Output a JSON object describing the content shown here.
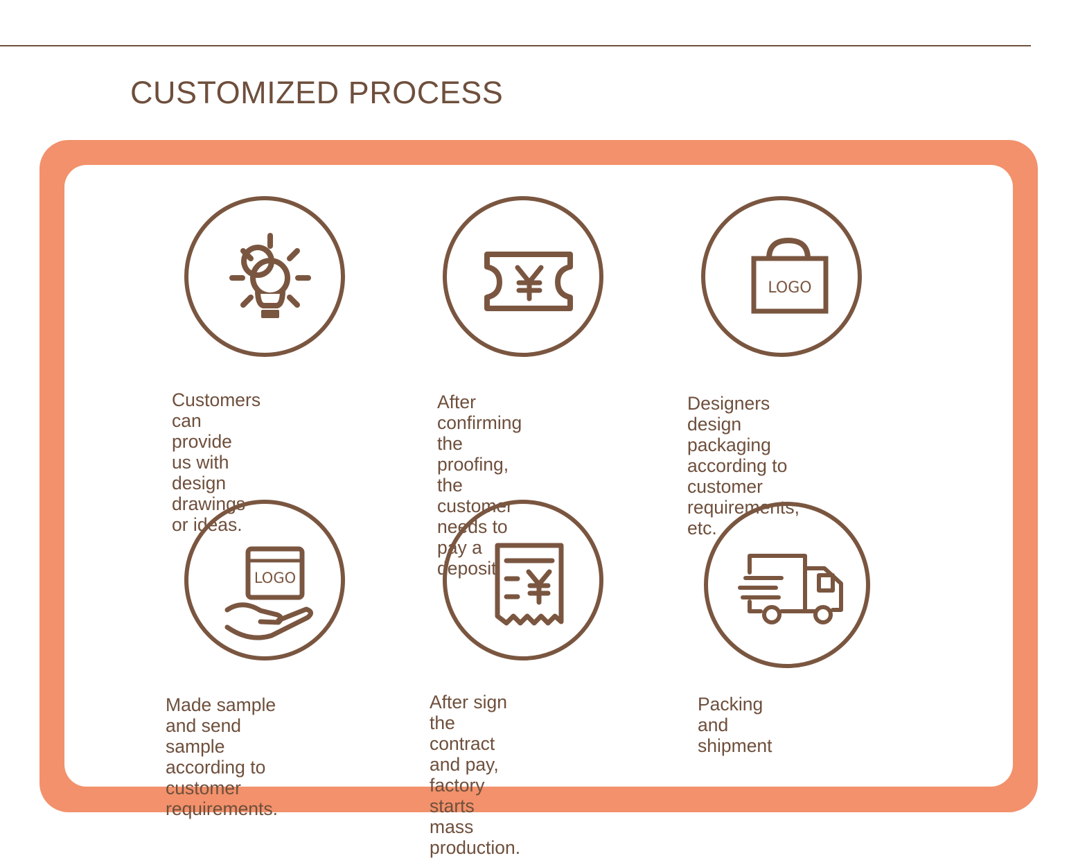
{
  "page": {
    "title": "CUSTOMIZED PROCESS",
    "colors": {
      "accent": "#f2916b",
      "icon": "#7a5640",
      "text": "#6e4f3c",
      "panel": "#ffffff"
    }
  },
  "steps": [
    {
      "icon": "lightbulb-icon",
      "text": "Customers can provide\nus with design drawings\nor ideas."
    },
    {
      "icon": "yuan-ticket-icon",
      "text": "After confirming the\nproofing, the customer\nneeds to pay a deposit."
    },
    {
      "icon": "logo-bag-icon",
      "logo_text": "LOGO",
      "text": "Designers design packaging\naccording to customer\nrequirements, etc."
    },
    {
      "icon": "hand-logo-box-icon",
      "logo_text": "LOGO",
      "text": "Made sample and send\nsample according to\ncustomer requirements."
    },
    {
      "icon": "yuan-receipt-icon",
      "text": "After sign the contract\nand pay, factory starts\nmass production."
    },
    {
      "icon": "delivery-truck-icon",
      "text": "Packing and shipment"
    }
  ]
}
